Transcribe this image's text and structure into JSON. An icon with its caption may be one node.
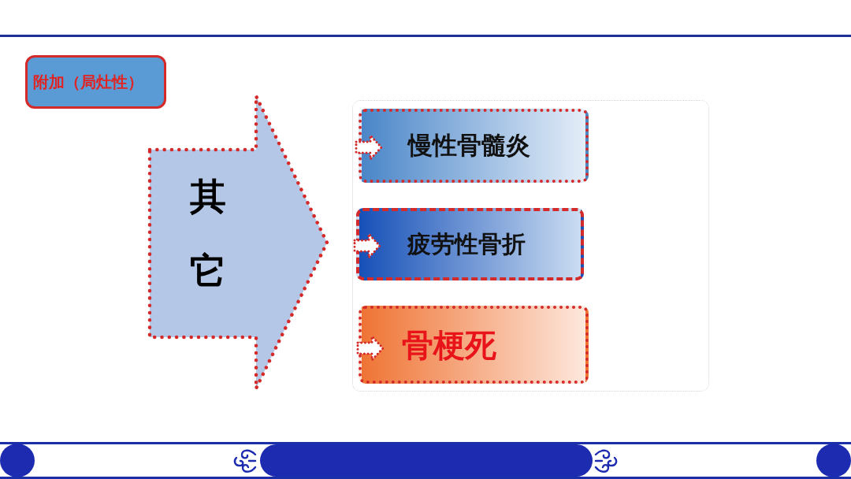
{
  "diagram": {
    "nodes": [
      {
        "text": [
          "附加（局灶性）"
        ]
      },
      {
        "text": [
          "其它"
        ]
      },
      {
        "text": [],
        "shape": "box"
      },
      {
        "text": [
          "慢性骨髓炎"
        ],
        "in": 2
      },
      {
        "text": [
          "疲劳性骨折"
        ],
        "in": 2
      },
      {
        "text": [
          "骨梗死"
        ],
        "in": 2
      }
    ]
  }
}
